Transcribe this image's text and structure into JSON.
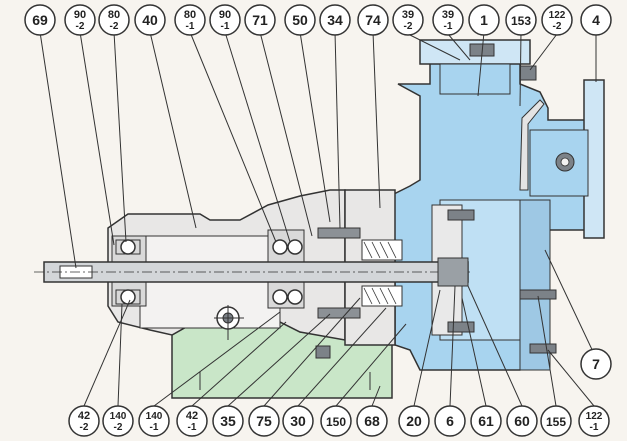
{
  "colors": {
    "background": "#f7f4ef",
    "casing_blue": "#a8d4ef",
    "frame_grey": "#e8e7e6",
    "oil_sump_green": "#c9e6c8",
    "metal_dark": "#7c8288",
    "line": "#333333",
    "callout_fill": "#ffffff"
  },
  "callouts": {
    "c69": {
      "l1": "69"
    },
    "c90_2": {
      "l1": "90",
      "l2": "-2"
    },
    "c80_2": {
      "l1": "80",
      "l2": "-2"
    },
    "c40": {
      "l1": "40"
    },
    "c80_1": {
      "l1": "80",
      "l2": "-1"
    },
    "c90_1": {
      "l1": "90",
      "l2": "-1"
    },
    "c71": {
      "l1": "71"
    },
    "c50": {
      "l1": "50"
    },
    "c34": {
      "l1": "34"
    },
    "c74": {
      "l1": "74"
    },
    "c39_2": {
      "l1": "39",
      "l2": "-2"
    },
    "c39_1": {
      "l1": "39",
      "l2": "-1"
    },
    "c1": {
      "l1": "1"
    },
    "c153": {
      "l1": "153"
    },
    "c122_2": {
      "l1": "122",
      "l2": "-2"
    },
    "c4": {
      "l1": "4"
    },
    "c7": {
      "l1": "7"
    },
    "c42_2": {
      "l1": "42",
      "l2": "-2"
    },
    "c140_2": {
      "l1": "140",
      "l2": "-2"
    },
    "c140_1": {
      "l1": "140",
      "l2": "-1"
    },
    "c42_1": {
      "l1": "42",
      "l2": "-1"
    },
    "c35": {
      "l1": "35"
    },
    "c75": {
      "l1": "75"
    },
    "c30": {
      "l1": "30"
    },
    "c150": {
      "l1": "150"
    },
    "c68": {
      "l1": "68"
    },
    "c20": {
      "l1": "20"
    },
    "c6": {
      "l1": "6"
    },
    "c61": {
      "l1": "61"
    },
    "c60": {
      "l1": "60"
    },
    "c155": {
      "l1": "155"
    },
    "c122_1": {
      "l1": "122",
      "l2": "-1"
    }
  }
}
